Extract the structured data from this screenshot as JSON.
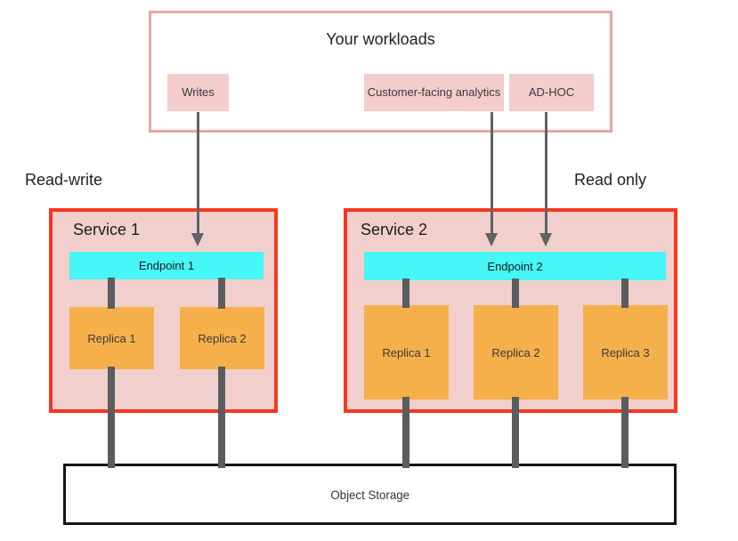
{
  "workloads": {
    "title": "Your workloads",
    "items": [
      {
        "label": "Writes"
      },
      {
        "label": "Customer-facing analytics"
      },
      {
        "label": "AD-HOC"
      }
    ]
  },
  "mode_labels": {
    "left": "Read-write",
    "right": "Read only"
  },
  "services": [
    {
      "title": "Service 1",
      "endpoint": "Endpoint 1",
      "replicas": [
        "Replica 1",
        "Replica 2"
      ]
    },
    {
      "title": "Service 2",
      "endpoint": "Endpoint 2",
      "replicas": [
        "Replica 1",
        "Replica 2",
        "Replica 3"
      ]
    }
  ],
  "storage": {
    "label": "Object Storage"
  },
  "colors": {
    "panel_border": "#E9A5A3",
    "chip_fill": "#F4CCCC",
    "service_border": "#F5381F",
    "service_fill": "#F1CFCC",
    "endpoint_fill": "#47F6F6",
    "replica_fill": "#F5B04C",
    "connector": "#595D5F",
    "arrow": "#5F6368",
    "storage_border": "#141414"
  }
}
